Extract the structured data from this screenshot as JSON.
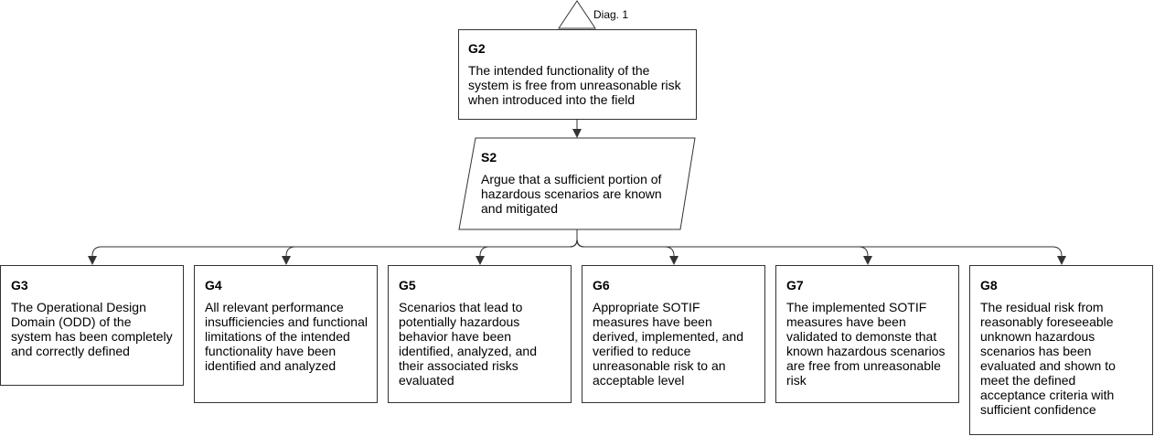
{
  "diagram": {
    "module_ref": "Diag. 1",
    "root_goal": {
      "id": "G2",
      "text": "The intended functionality of the system is free from unreasonable risk when introduced into the field"
    },
    "strategy": {
      "id": "S2",
      "text": "Argue that a sufficient portion of hazardous scenarios are known and mitigated"
    },
    "sub_goals": [
      {
        "id": "G3",
        "text": "The Operational Design Domain (ODD) of the system has been completely and correctly defined"
      },
      {
        "id": "G4",
        "text": "All relevant performance insufficiencies and functional limitations of the intended functionality have been identified and analyzed"
      },
      {
        "id": "G5",
        "text": "Scenarios that lead to potentially hazardous behavior have been identified, analyzed, and their associated risks evaluated"
      },
      {
        "id": "G6",
        "text": "Appropriate SOTIF measures have been derived, implemented, and verified to reduce unreasonable risk to an acceptable level"
      },
      {
        "id": "G7",
        "text": "The implemented SOTIF measures have been validated to demonste that known hazardous scenarios are free from unreasonable risk"
      },
      {
        "id": "G8",
        "text": "The residual risk from reasonably foreseeable unknown hazardous scenarios has been evaluated and shown to meet the defined acceptance criteria with sufficient confidence"
      }
    ],
    "colors": {
      "line": "#333333",
      "fill": "#ffffff"
    }
  }
}
